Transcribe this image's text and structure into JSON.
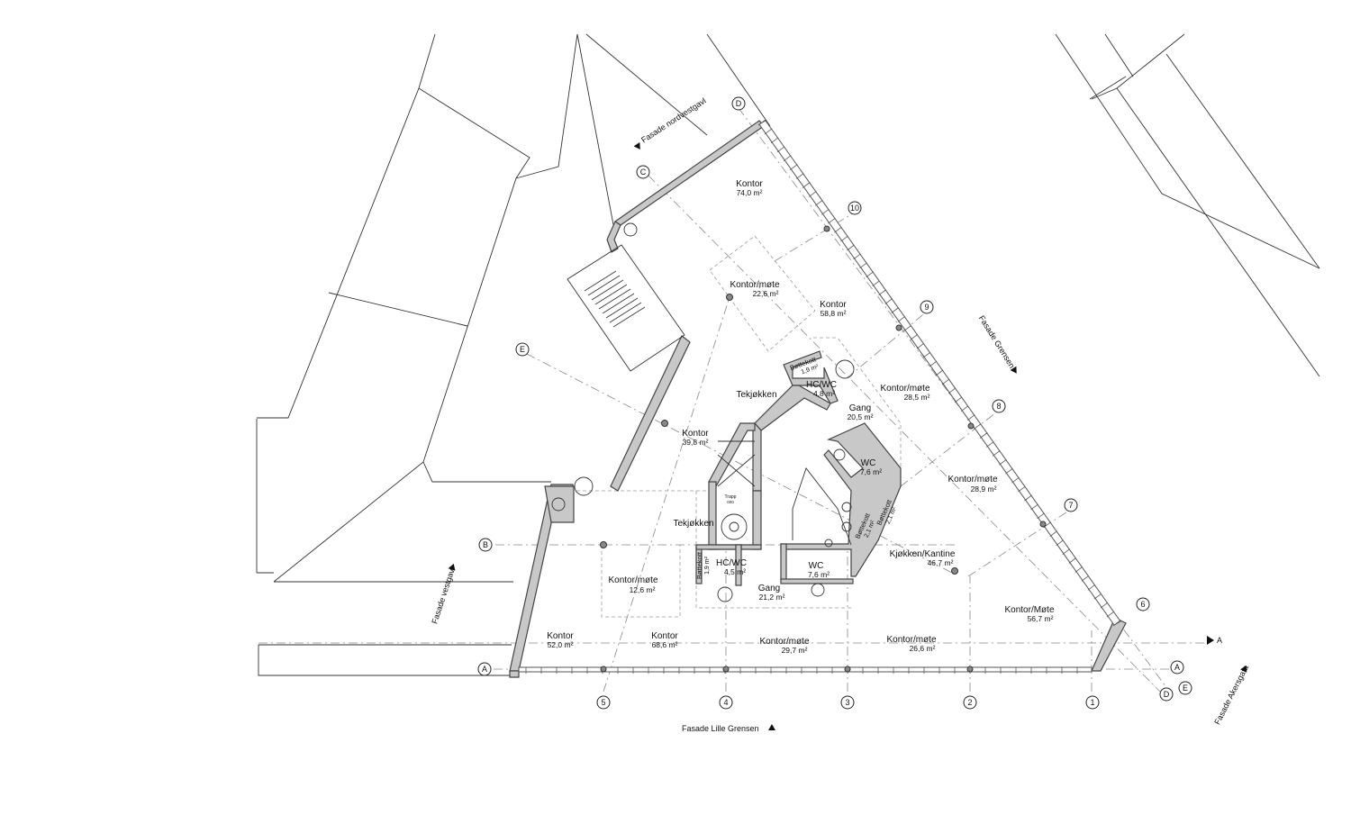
{
  "rooms": [
    {
      "id": "kontor-74",
      "label": "Kontor",
      "area": "74,0 m²"
    },
    {
      "id": "kontor-mote-22",
      "label": "Kontor/møte",
      "area": "22,6 m²"
    },
    {
      "id": "kontor-58",
      "label": "Kontor",
      "area": "58,8 m²"
    },
    {
      "id": "bottekott-top",
      "label": "Bøttekott",
      "area": "1,9 m²"
    },
    {
      "id": "hcwc-top",
      "label": "HC/WC",
      "area": "4,8 m²"
    },
    {
      "id": "tekjokken-top",
      "label": "Tekjøkken",
      "area": ""
    },
    {
      "id": "kontor-mote-28-5",
      "label": "Kontor/møte",
      "area": "28,5 m²"
    },
    {
      "id": "gang-20",
      "label": "Gang",
      "area": "20,5 m²"
    },
    {
      "id": "kontor-39",
      "label": "Kontor",
      "area": "39,8 m²"
    },
    {
      "id": "wc-7-6-upper",
      "label": "WC",
      "area": "7,6 m²"
    },
    {
      "id": "kontor-mote-28-9",
      "label": "Kontor/møte",
      "area": "28,9 m²"
    },
    {
      "id": "trapp",
      "label": "Trapp",
      "area": "000"
    },
    {
      "id": "tekjokken-mid",
      "label": "Tekjøkken",
      "area": ""
    },
    {
      "id": "bottekott-right-1",
      "label": "Bøttekott",
      "area": "2,1 m²"
    },
    {
      "id": "bottekott-right-2",
      "label": "Bøttekott",
      "area": "2,1 m²"
    },
    {
      "id": "kjokken",
      "label": "Kjøkken/Kantine",
      "area": "46,7 m²"
    },
    {
      "id": "bottekott-left",
      "label": "Bøttekott",
      "area": "1,9 m²"
    },
    {
      "id": "hcwc-bottom",
      "label": "HC/WC",
      "area": "4,5 m²"
    },
    {
      "id": "wc-7-6-lower",
      "label": "WC",
      "area": "7,6 m²"
    },
    {
      "id": "kontor-mote-12",
      "label": "Kontor/møte",
      "area": "12,6 m²"
    },
    {
      "id": "gang-21",
      "label": "Gang",
      "area": "21,2 m²"
    },
    {
      "id": "kontor-mote-56",
      "label": "Kontor/Møte",
      "area": "56,7 m²"
    },
    {
      "id": "kontor-52",
      "label": "Kontor",
      "area": "52,0 m²"
    },
    {
      "id": "kontor-68",
      "label": "Kontor",
      "area": "68,6 m²"
    },
    {
      "id": "kontor-mote-29",
      "label": "Kontor/møte",
      "area": "29,7 m²"
    },
    {
      "id": "kontor-mote-26",
      "label": "Kontor/møte",
      "area": "26,6 m²"
    }
  ],
  "axes": {
    "letters": [
      "D",
      "C",
      "E",
      "B",
      "A",
      "A",
      "E",
      "D"
    ],
    "numbers": [
      "10",
      "9",
      "8",
      "7",
      "6",
      "5",
      "4",
      "3",
      "2",
      "1"
    ]
  },
  "facades": {
    "nordvestgavl": "Fasade nordvestgavl",
    "grensen": "Fasade Grensen",
    "vestgavl": "Fasade vestgavl",
    "lille_grensen": "Fasade Lille Grensen",
    "akersgata": "Fasade Akersgata"
  },
  "section_marker": "A"
}
